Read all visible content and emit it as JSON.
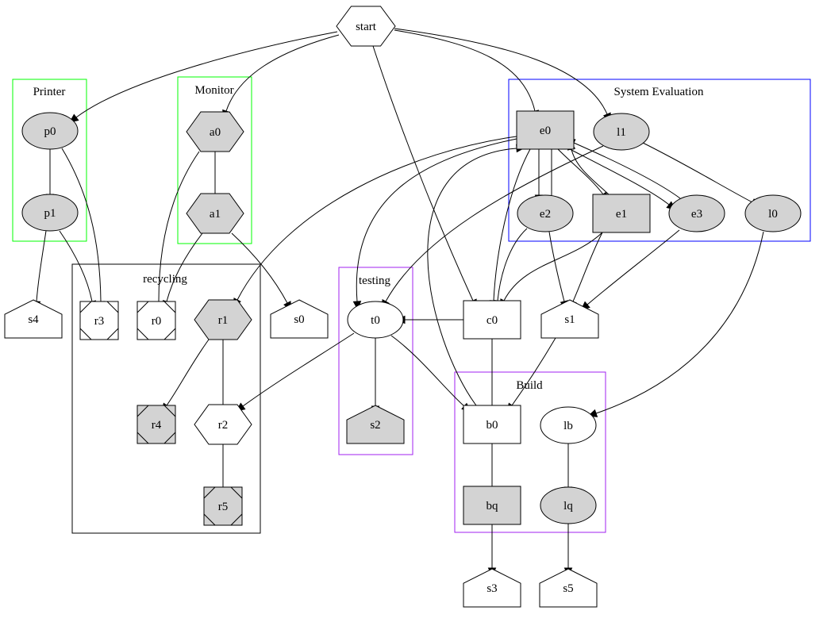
{
  "title": "Directed graph with clusters",
  "colors": {
    "filled": "#d3d3d3",
    "unfilled": "#ffffff",
    "printer_border": "#00ff00",
    "monitor_border": "#00ff00",
    "system_evaluation_border": "#0000ff",
    "recycling_border": "#000000",
    "testing_border": "#a020f0",
    "build_border": "#a020f0"
  },
  "clusters": [
    {
      "id": "printer",
      "label": "Printer",
      "color_key": "printer_border"
    },
    {
      "id": "monitor",
      "label": "Monitor",
      "color_key": "monitor_border"
    },
    {
      "id": "system_evaluation",
      "label": "System Evaluation",
      "color_key": "system_evaluation_border"
    },
    {
      "id": "recycling",
      "label": "recycling",
      "color_key": "recycling_border"
    },
    {
      "id": "testing",
      "label": "testing",
      "color_key": "testing_border"
    },
    {
      "id": "build",
      "label": "Build",
      "color_key": "build_border"
    }
  ],
  "nodes": [
    {
      "id": "start",
      "label": "start",
      "shape": "hexagon",
      "filled": false,
      "cluster": null
    },
    {
      "id": "p0",
      "label": "p0",
      "shape": "ellipse",
      "filled": true,
      "cluster": "printer"
    },
    {
      "id": "p1",
      "label": "p1",
      "shape": "ellipse",
      "filled": true,
      "cluster": "printer"
    },
    {
      "id": "a0",
      "label": "a0",
      "shape": "hexagon",
      "filled": true,
      "cluster": "monitor"
    },
    {
      "id": "a1",
      "label": "a1",
      "shape": "hexagon",
      "filled": true,
      "cluster": "monitor"
    },
    {
      "id": "e0",
      "label": "e0",
      "shape": "box",
      "filled": true,
      "cluster": "system_evaluation"
    },
    {
      "id": "l1",
      "label": "l1",
      "shape": "ellipse",
      "filled": true,
      "cluster": "system_evaluation"
    },
    {
      "id": "e2",
      "label": "e2",
      "shape": "ellipse",
      "filled": true,
      "cluster": "system_evaluation"
    },
    {
      "id": "e1",
      "label": "e1",
      "shape": "box",
      "filled": true,
      "cluster": "system_evaluation"
    },
    {
      "id": "e3",
      "label": "e3",
      "shape": "ellipse",
      "filled": true,
      "cluster": "system_evaluation"
    },
    {
      "id": "l0",
      "label": "l0",
      "shape": "ellipse",
      "filled": true,
      "cluster": "system_evaluation"
    },
    {
      "id": "s4",
      "label": "s4",
      "shape": "house",
      "filled": false,
      "cluster": null
    },
    {
      "id": "r3",
      "label": "r3",
      "shape": "msquare",
      "filled": false,
      "cluster": "recycling"
    },
    {
      "id": "r0",
      "label": "r0",
      "shape": "msquare",
      "filled": false,
      "cluster": "recycling"
    },
    {
      "id": "r1",
      "label": "r1",
      "shape": "hexagon",
      "filled": true,
      "cluster": "recycling"
    },
    {
      "id": "r4",
      "label": "r4",
      "shape": "msquare",
      "filled": true,
      "cluster": "recycling"
    },
    {
      "id": "r2",
      "label": "r2",
      "shape": "hexagon",
      "filled": false,
      "cluster": "recycling"
    },
    {
      "id": "r5",
      "label": "r5",
      "shape": "msquare",
      "filled": true,
      "cluster": "recycling"
    },
    {
      "id": "s0",
      "label": "s0",
      "shape": "house",
      "filled": false,
      "cluster": null
    },
    {
      "id": "t0",
      "label": "t0",
      "shape": "ellipse",
      "filled": false,
      "cluster": "testing"
    },
    {
      "id": "s2",
      "label": "s2",
      "shape": "house",
      "filled": true,
      "cluster": "testing"
    },
    {
      "id": "c0",
      "label": "c0",
      "shape": "box",
      "filled": false,
      "cluster": null
    },
    {
      "id": "s1",
      "label": "s1",
      "shape": "house",
      "filled": false,
      "cluster": null
    },
    {
      "id": "b0",
      "label": "b0",
      "shape": "box",
      "filled": false,
      "cluster": "build"
    },
    {
      "id": "lb",
      "label": "lb",
      "shape": "ellipse",
      "filled": false,
      "cluster": "build"
    },
    {
      "id": "bq",
      "label": "bq",
      "shape": "box",
      "filled": true,
      "cluster": "build"
    },
    {
      "id": "lq",
      "label": "lq",
      "shape": "ellipse",
      "filled": true,
      "cluster": "build"
    },
    {
      "id": "s3",
      "label": "s3",
      "shape": "house",
      "filled": false,
      "cluster": null
    },
    {
      "id": "s5",
      "label": "s5",
      "shape": "house",
      "filled": false,
      "cluster": null
    }
  ],
  "edges": [
    {
      "from": "start",
      "to": "p0"
    },
    {
      "from": "start",
      "to": "a0"
    },
    {
      "from": "start",
      "to": "e0"
    },
    {
      "from": "start",
      "to": "l1"
    },
    {
      "from": "start",
      "to": "c0"
    },
    {
      "from": "p0",
      "to": "p1"
    },
    {
      "from": "p0",
      "to": "r3"
    },
    {
      "from": "p1",
      "to": "s4"
    },
    {
      "from": "p1",
      "to": "r3"
    },
    {
      "from": "a0",
      "to": "a1"
    },
    {
      "from": "a0",
      "to": "r0"
    },
    {
      "from": "a1",
      "to": "r0"
    },
    {
      "from": "a1",
      "to": "s0"
    },
    {
      "from": "e0",
      "to": "e2"
    },
    {
      "from": "e0",
      "to": "e1"
    },
    {
      "from": "e0",
      "to": "e3"
    },
    {
      "from": "e0",
      "to": "r1"
    },
    {
      "from": "e0",
      "to": "t0"
    },
    {
      "from": "e0",
      "to": "c0"
    },
    {
      "from": "e2",
      "to": "e0"
    },
    {
      "from": "e1",
      "to": "e0"
    },
    {
      "from": "e3",
      "to": "e0"
    },
    {
      "from": "b0",
      "to": "e0"
    },
    {
      "from": "l1",
      "to": "l0"
    },
    {
      "from": "l1",
      "to": "t0"
    },
    {
      "from": "e2",
      "to": "c0"
    },
    {
      "from": "e2",
      "to": "s1"
    },
    {
      "from": "e1",
      "to": "c0"
    },
    {
      "from": "e1",
      "to": "s1"
    },
    {
      "from": "e3",
      "to": "s1"
    },
    {
      "from": "l0",
      "to": "lb"
    },
    {
      "from": "r1",
      "to": "r4"
    },
    {
      "from": "r1",
      "to": "r2"
    },
    {
      "from": "r2",
      "to": "r5"
    },
    {
      "from": "t0",
      "to": "r2"
    },
    {
      "from": "t0",
      "to": "s2"
    },
    {
      "from": "t0",
      "to": "b0"
    },
    {
      "from": "c0",
      "to": "t0"
    },
    {
      "from": "c0",
      "to": "b0"
    },
    {
      "from": "s1",
      "to": "b0"
    },
    {
      "from": "b0",
      "to": "bq"
    },
    {
      "from": "lb",
      "to": "lq"
    },
    {
      "from": "bq",
      "to": "s3"
    },
    {
      "from": "lq",
      "to": "s5"
    }
  ]
}
